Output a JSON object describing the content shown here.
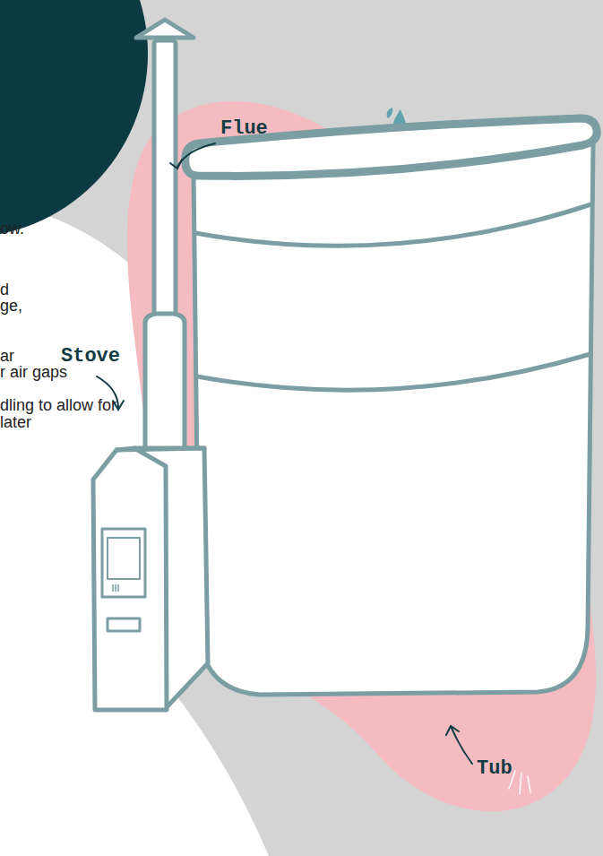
{
  "diagram": {
    "labels": [
      "Flue",
      "Stove",
      "Tub",
      "ow.",
      "d",
      "ge,",
      "ar",
      "r air gaps",
      "dling to allow for",
      "later"
    ]
  }
}
